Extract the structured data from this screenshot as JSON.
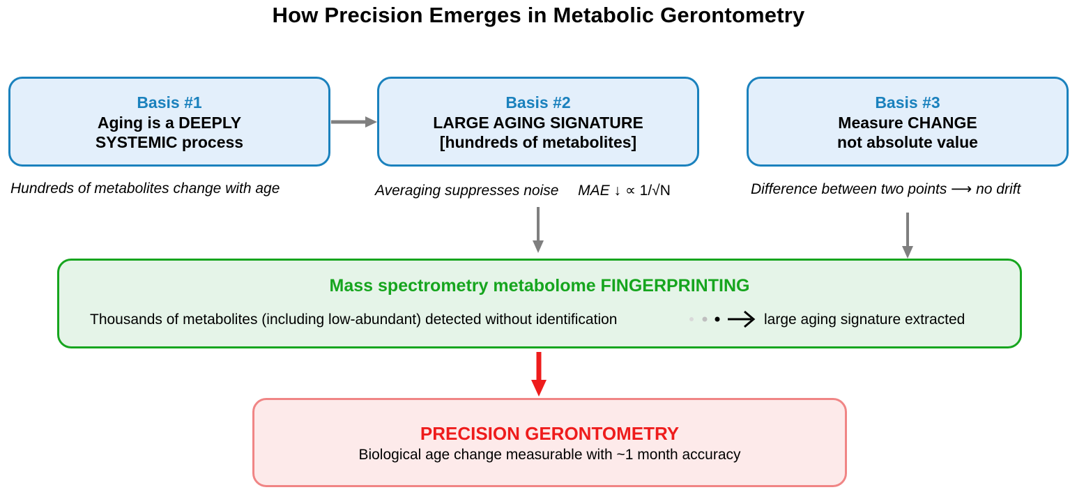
{
  "title": "How Precision Emerges in Metabolic Gerontometry",
  "basis": [
    {
      "title": "Basis #1",
      "line1": "Aging is a DEEPLY",
      "line2": "SYSTEMIC process",
      "note": "Hundreds of metabolites change with age"
    },
    {
      "title": "Basis #2",
      "line1": "LARGE AGING SIGNATURE",
      "line2": "[hundreds of metabolites]",
      "note": "Averaging suppresses noise",
      "formula_italic": "MAE ↓",
      "formula_rest": "∝ 1/√N"
    },
    {
      "title": "Basis #3",
      "line1": "Measure CHANGE",
      "line2": "not absolute value",
      "note": "Difference between two points ⟶ no drift"
    }
  ],
  "fingerprint": {
    "title": "Mass spectrometry metabolome FINGERPRINTING",
    "left_text": "Thousands of metabolites (including low-abundant) detected without identification",
    "right_text": "large aging signature extracted"
  },
  "result": {
    "title": "PRECISION GERONTOMETRY",
    "subtitle": "Biological age change measurable with ~1 month accuracy"
  },
  "colors": {
    "basis_border": "#1a81bd",
    "basis_fill": "#e3effb",
    "fingerprint_border": "#16a51e",
    "fingerprint_fill": "#e5f4e8",
    "result_border": "#f08585",
    "result_fill": "#fdeaea",
    "result_title": "#ee1c1c",
    "arrow_gray": "#7f7f7f",
    "arrow_red": "#ee1c1c"
  }
}
